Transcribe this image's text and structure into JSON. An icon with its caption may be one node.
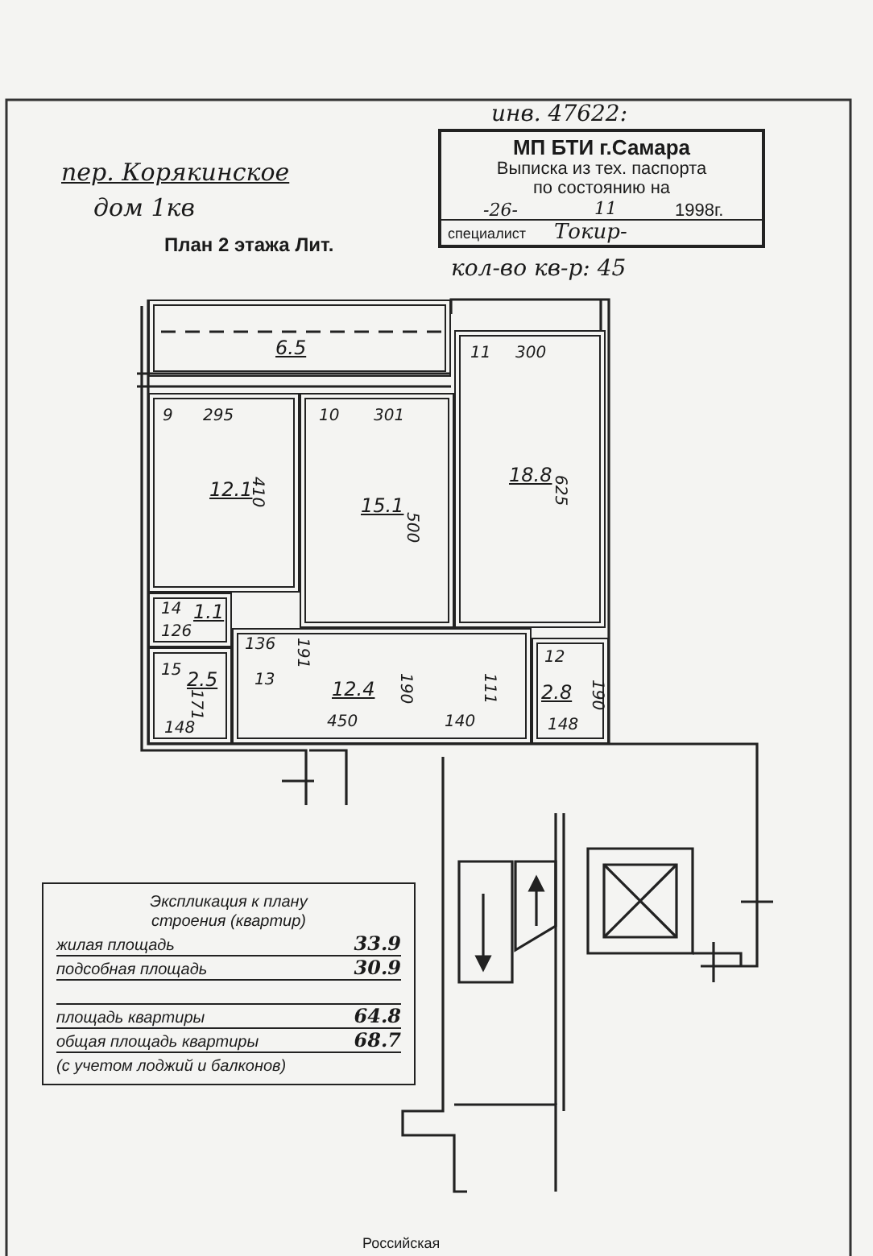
{
  "diagram": {
    "nodes": [
      {
        "text": [
          "МП БТИ г.Самара",
          "Выписка из тех. паспорта",
          "по состоянию на",
          "-26-",
          "11",
          "1998г.",
          "специалист",
          "Токир-"
        ]
      },
      {
        "text": [
          "6.5"
        ]
      },
      {
        "text": [
          "9",
          "295",
          "12.1",
          "410"
        ]
      },
      {
        "text": [
          "10",
          "301",
          "15.1",
          "500"
        ]
      },
      {
        "text": [
          "11",
          "300",
          "18.8",
          "625"
        ]
      },
      {
        "text": [
          "14",
          "1.1",
          "126"
        ]
      },
      {
        "text": [
          "15",
          "2.5",
          "171",
          "148"
        ]
      },
      {
        "text": [
          "136",
          "191",
          "13",
          "12.4",
          "190",
          "111",
          "450",
          "140"
        ]
      },
      {
        "text": [
          "12",
          "2.8",
          "190",
          "148"
        ]
      },
      {
        "text": [
          "Экспликация к плану строения (квартир)",
          "жилая площадь",
          "33.9",
          "подсобная площадь",
          "30.9",
          "площадь квартиры",
          "64.8",
          "общая площадь квартиры",
          "68.7",
          "(с учетом лоджий и балконов)"
        ]
      }
    ],
    "labels": [
      "инв. 47622:",
      "пер. Корякинское",
      "дом 1кв",
      "План 2 этажа Лит.",
      "кол-во кв-р: 45",
      "Российская"
    ]
  }
}
